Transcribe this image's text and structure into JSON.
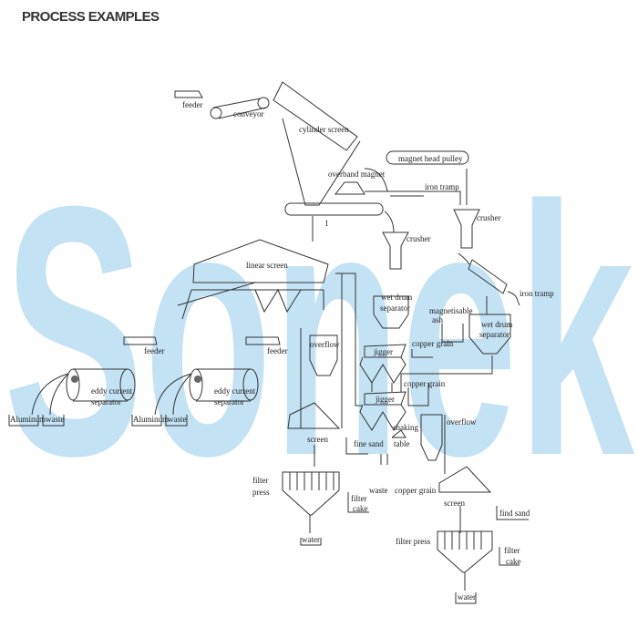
{
  "header": {
    "title": "PROCESS EXAMPLES"
  },
  "watermark": {
    "text": "Sonek",
    "color": "#c3e2f4"
  },
  "labels": {
    "feeder_top": "feeder",
    "conveyor": "conveyor",
    "cylinder_screen": "cylinder screen",
    "magnet_head_pulley": "magnet head pulley",
    "overband_magnet": "overband magnet",
    "iron_tramp_1": "iron tramp",
    "crusher_right": "crusher",
    "belt_1": "1",
    "crusher_mid": "crusher",
    "linear_screen": "linear screen",
    "iron_tramp_2": "iron tramp",
    "wet_drum_1a": "wet drum",
    "wet_drum_1b": "separator",
    "magnetisable_a": "magnetisable",
    "magnetisable_b": "ash",
    "wet_drum_2a": "wet drum",
    "wet_drum_2b": "separator",
    "overflow_1": "overflow",
    "feeder_left": "feeder",
    "feeder_mid": "feeder",
    "jigger_1": "jigger",
    "copper_grain_1": "copper grain",
    "eddy_1a": "eddy current",
    "eddy_1b": "separator",
    "eddy_2a": "eddy current",
    "eddy_2b": "separator",
    "aluminum_1": "Aluminum",
    "waste_1": "waste",
    "aluminum_2": "Aluminum",
    "waste_2": "waste",
    "copper_grain_2": "copper grain",
    "jigger_2": "jigger",
    "overflow_2": "overflow",
    "shaking_a": "shaking",
    "shaking_b": "table",
    "screen_1": "screen",
    "fine_sand": "fine sand",
    "filter_press_1a": "filter",
    "filter_press_1b": "press",
    "filter_cake_1a": "filter",
    "filter_cake_1b": "cake",
    "waste_3": "waste",
    "copper_grain_3": "copper grain",
    "screen_2": "screen",
    "find_sand": "find sand",
    "water_1": "water",
    "filter_press_2": "filter press",
    "filter_cake_2a": "filter",
    "filter_cake_2b": "cake",
    "water_2": "water"
  }
}
